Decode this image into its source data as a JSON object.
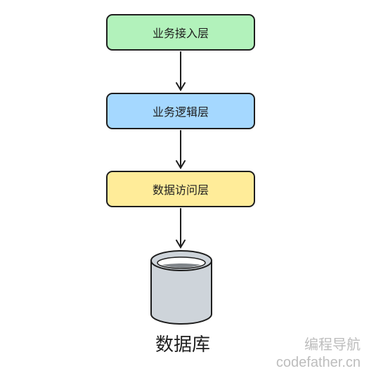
{
  "layers": {
    "access": "业务接入层",
    "logic": "业务逻辑层",
    "data_access": "数据访问层"
  },
  "database": {
    "label": "数据库"
  },
  "watermark": {
    "line1": "编程导航",
    "line2": "codefather.cn"
  },
  "colors": {
    "access": "#b2f2bb",
    "logic": "#a5d8ff",
    "data_access": "#ffec99",
    "database_body": "#ced4da",
    "stroke": "#1e1e1e"
  }
}
